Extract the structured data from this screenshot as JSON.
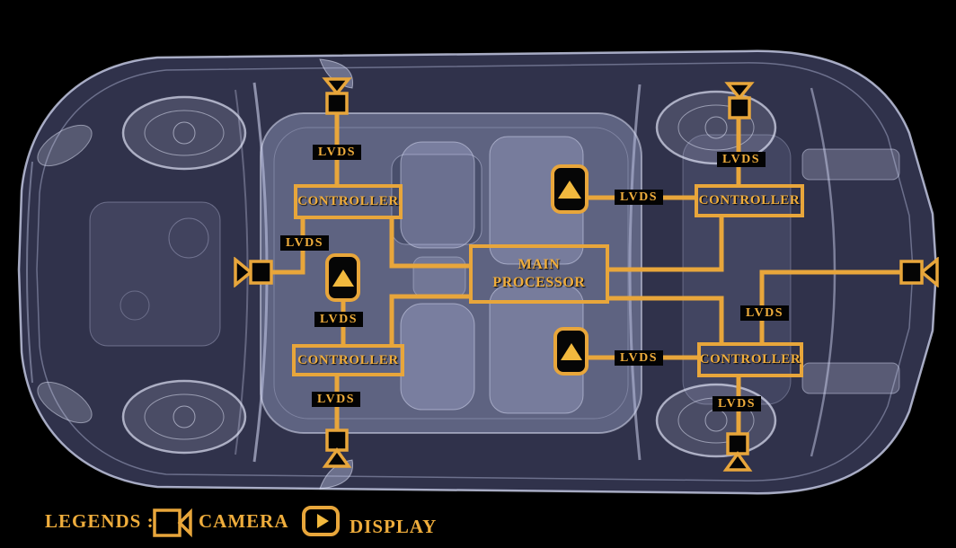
{
  "title": "Vehicle surround camera and display LVDS architecture diagram",
  "colors": {
    "background": "#000000",
    "accent": "#E8A63B",
    "accent_text": "#EFAD3C",
    "accent_bright": "#F2B93E",
    "label_bg": "#030303",
    "car_tint": "#9AA0C8"
  },
  "diagram": {
    "main_processor": {
      "label": "MAIN PROCESSOR"
    },
    "controllers": {
      "top_left": "CONTROLLER",
      "top_right": "CONTROLLER",
      "bottom_left": "CONTROLLER",
      "bottom_right": "CONTROLLER"
    },
    "bus_label": "LVDS",
    "bus_link_count": 9,
    "cameras": [
      "top-left",
      "top-right",
      "left-front",
      "right-rear",
      "bottom-left",
      "bottom-right"
    ],
    "displays": [
      "center-top",
      "left",
      "center-bottom"
    ]
  },
  "legend": {
    "heading": "LEGENDS :",
    "camera": {
      "icon": "camera-icon",
      "label": "CAMERA"
    },
    "display": {
      "icon": "display-icon",
      "label": "DISPLAY"
    }
  }
}
